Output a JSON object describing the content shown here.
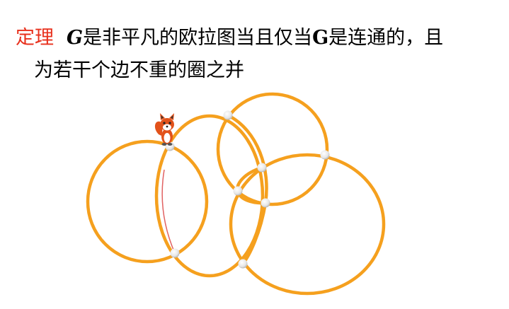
{
  "theorem": {
    "label": "定理",
    "g1": "G",
    "text1": "是非平凡的欧拉图当且仅当",
    "g2": "G",
    "text2": "是连通的，且",
    "line2": "为若干个边不重的圈之并"
  },
  "diagram": {
    "stroke_color": "#f5a01e",
    "node_color": "#eeeeee",
    "mascot": "fox-mascot-icon"
  }
}
